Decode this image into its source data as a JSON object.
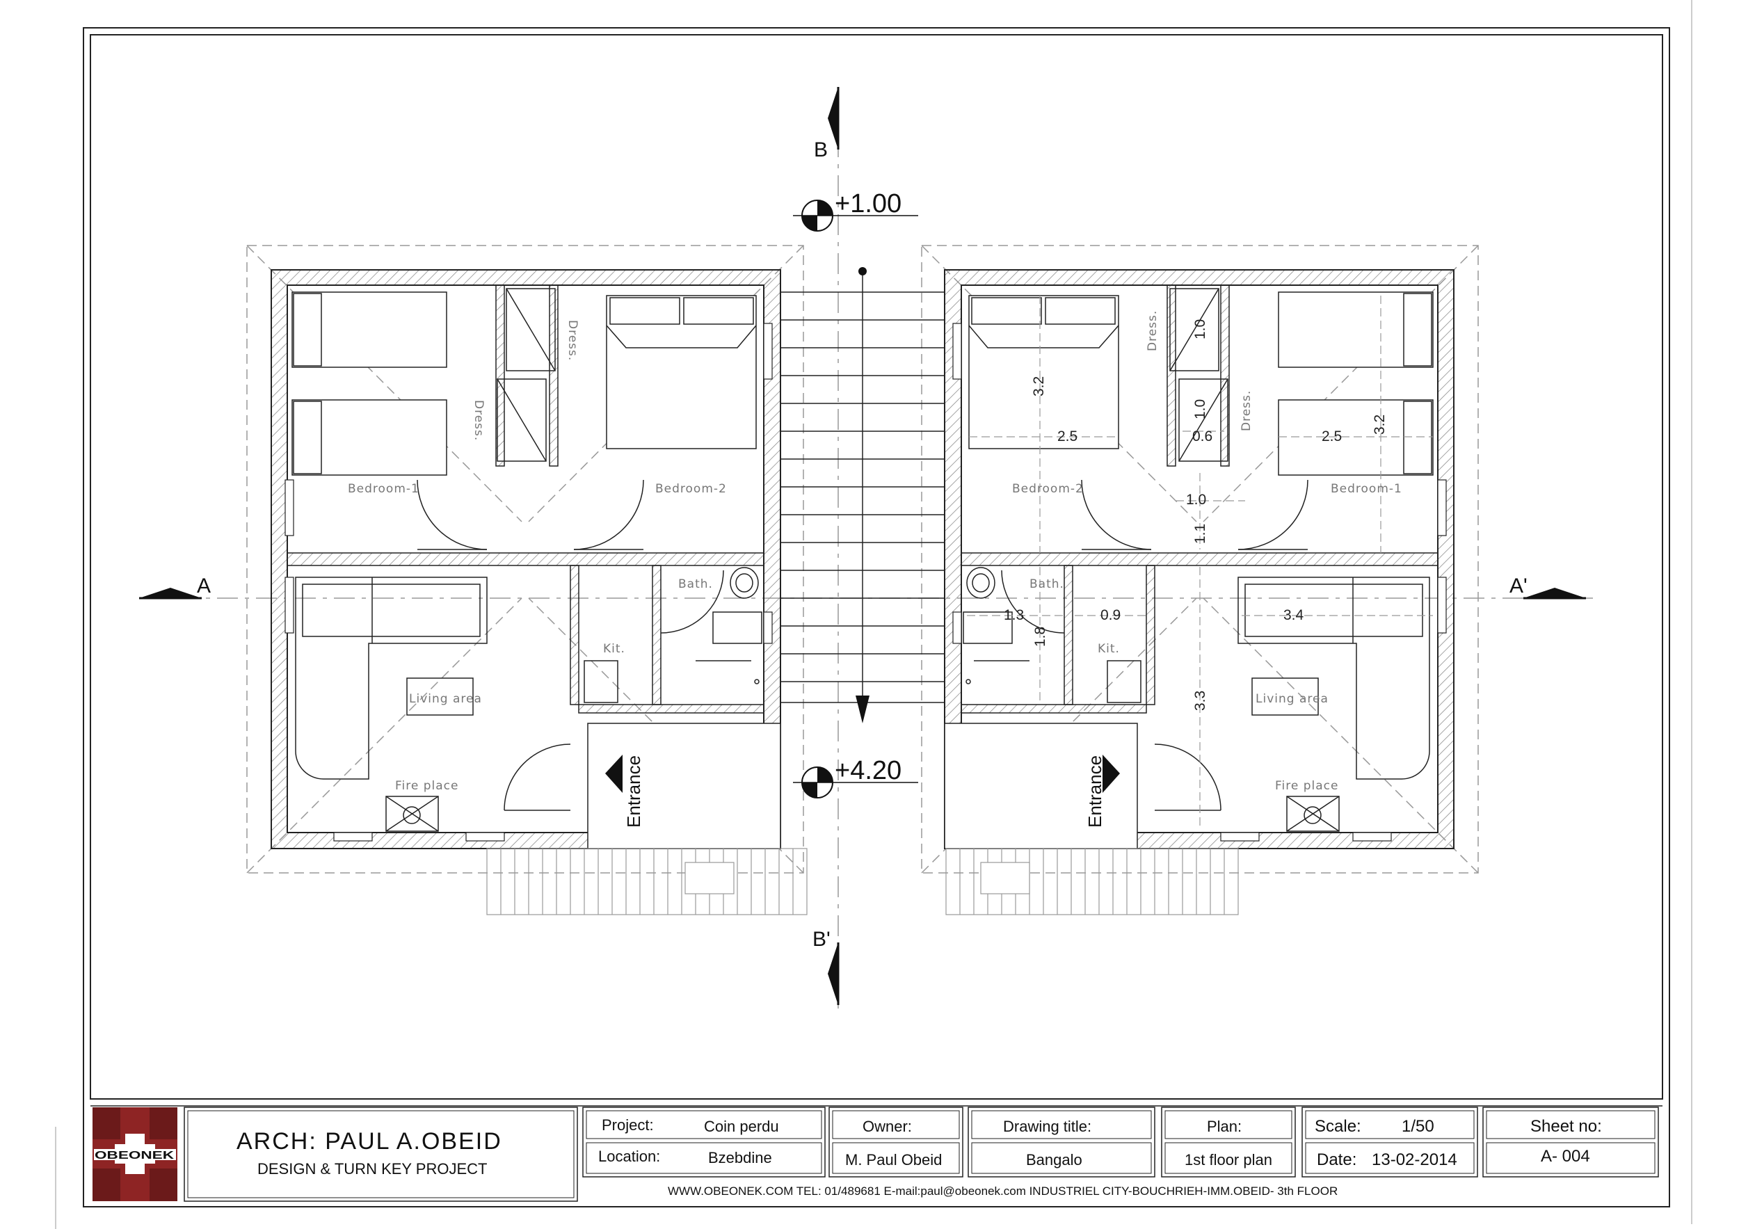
{
  "plan": {
    "sections": {
      "a": "A",
      "a_prime": "A'",
      "b": "B",
      "b_prime": "B'"
    },
    "levels": {
      "top": "+1.00",
      "entrance": "+4.20"
    },
    "entrance_label": "Entrance",
    "left_unit": {
      "bedroom1": "Bedroom-1",
      "bedroom2": "Bedroom-2",
      "dress": "Dress.",
      "bath": "Bath.",
      "kitchen": "Kit.",
      "living": "Living area",
      "fireplace": "Fire place"
    },
    "right_unit": {
      "bedroom1": "Bedroom-1",
      "bedroom2": "Bedroom-2",
      "dress": "Dress.",
      "bath": "Bath.",
      "kitchen": "Kit.",
      "living": "Living area",
      "fireplace": "Fire place"
    },
    "dimensions": {
      "bed2_height": "3.2",
      "bed2_width": "2.5",
      "dress_height_top": "1.0",
      "dress_height_mid": "1.0",
      "dress_width": "0.6",
      "bed1_width": "2.5",
      "bed1_height": "3.2",
      "hall_width": "1.0",
      "hall_height": "1.1",
      "bath_width": "1.3",
      "kit_width": "0.9",
      "living_width": "3.4",
      "bath_height": "1.8",
      "living_height": "3.3"
    }
  },
  "title_block": {
    "architect": "ARCH: PAUL A.OBEID",
    "tagline": "DESIGN & TURN KEY PROJECT",
    "project_label": "Project:",
    "project_value": "Coin perdu",
    "location_label": "Location:",
    "location_value": "Bzebdine",
    "owner_label": "Owner:",
    "owner_value": "M. Paul Obeid",
    "drawing_title_label": "Drawing title:",
    "drawing_title_value": "Bangalo",
    "plan_label": "Plan:",
    "plan_value": "1st floor plan",
    "scale_label": "Scale:",
    "scale_value": "1/50",
    "date_label": "Date:",
    "date_value": "13-02-2014",
    "sheet_label": "Sheet no:",
    "sheet_value": "A- 004",
    "footer": "WWW.OBEONEK.COM   TEL: 01/489681   E-mail:paul@obeonek.com   INDUSTRIEL  CITY-BOUCHRIEH-IMM.OBEID- 3th FLOOR",
    "logo_text": "OBEONEK"
  }
}
